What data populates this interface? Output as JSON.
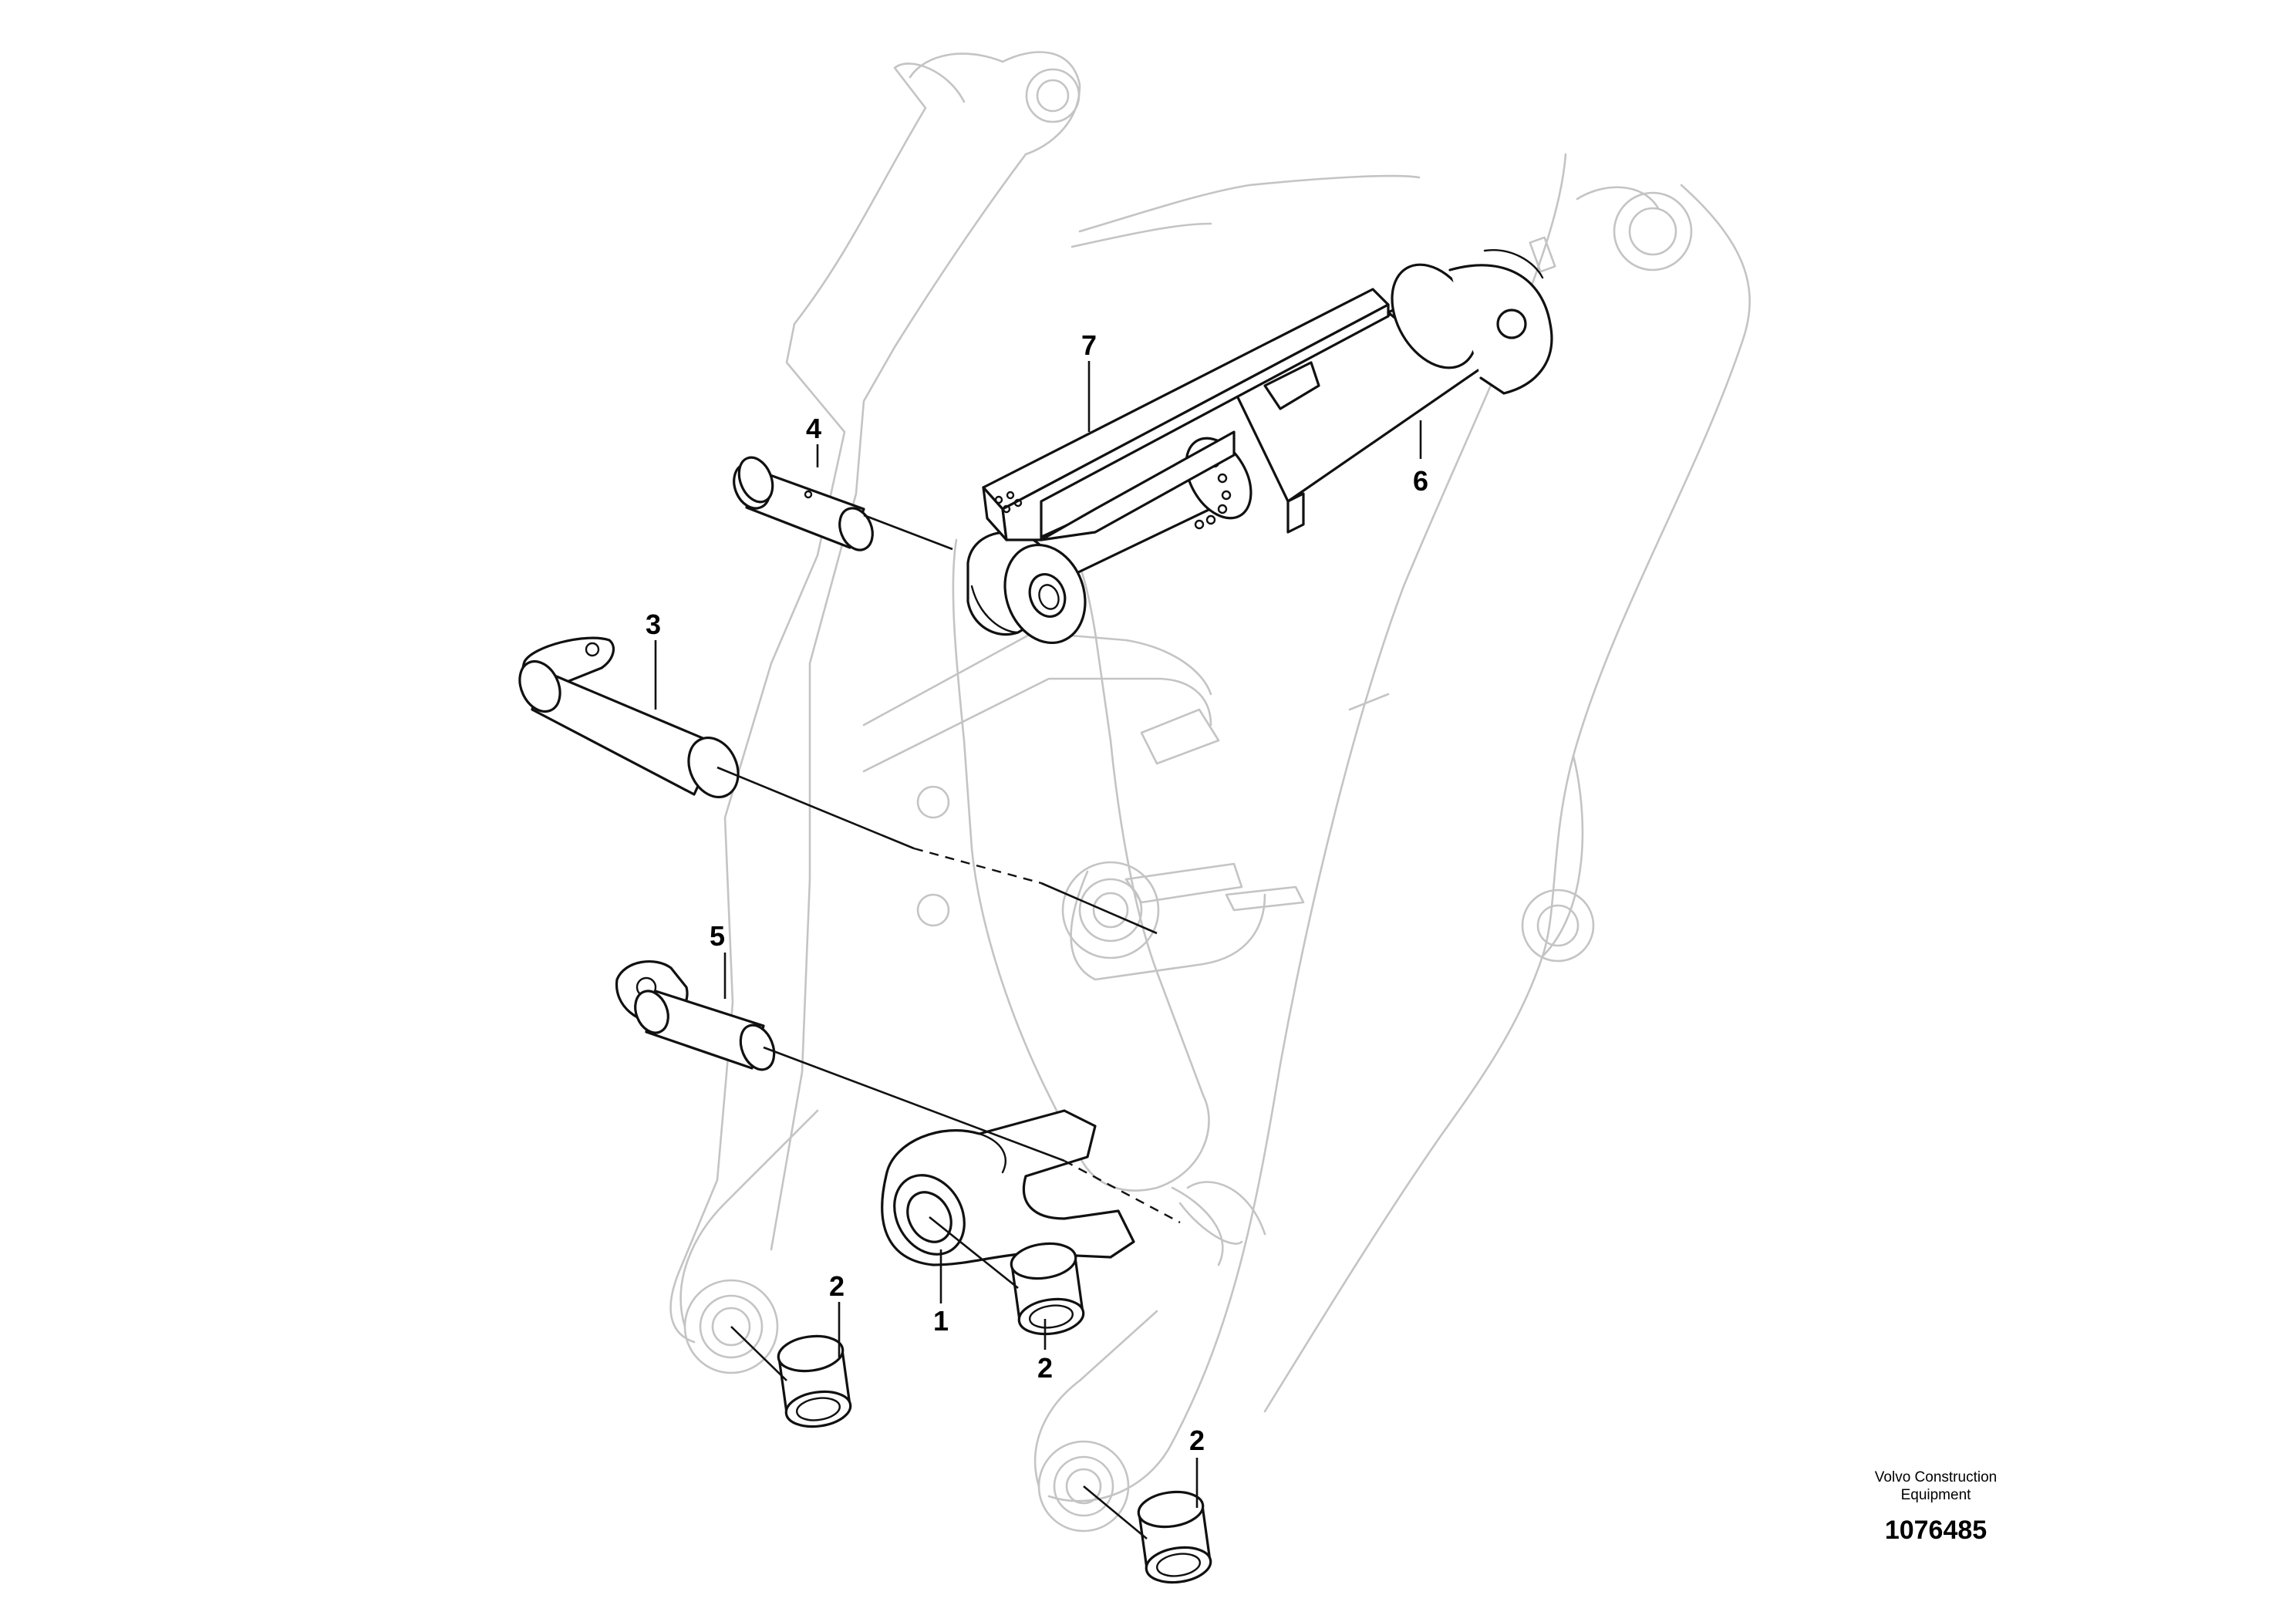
{
  "callouts": {
    "c1": "1",
    "c2a": "2",
    "c2b": "2",
    "c2c": "2",
    "c3": "3",
    "c4": "4",
    "c5": "5",
    "c6": "6",
    "c7": "7"
  },
  "footer": {
    "brand_line1": "Volvo Construction",
    "brand_line2": "Equipment",
    "drawing_number": "1076485"
  }
}
